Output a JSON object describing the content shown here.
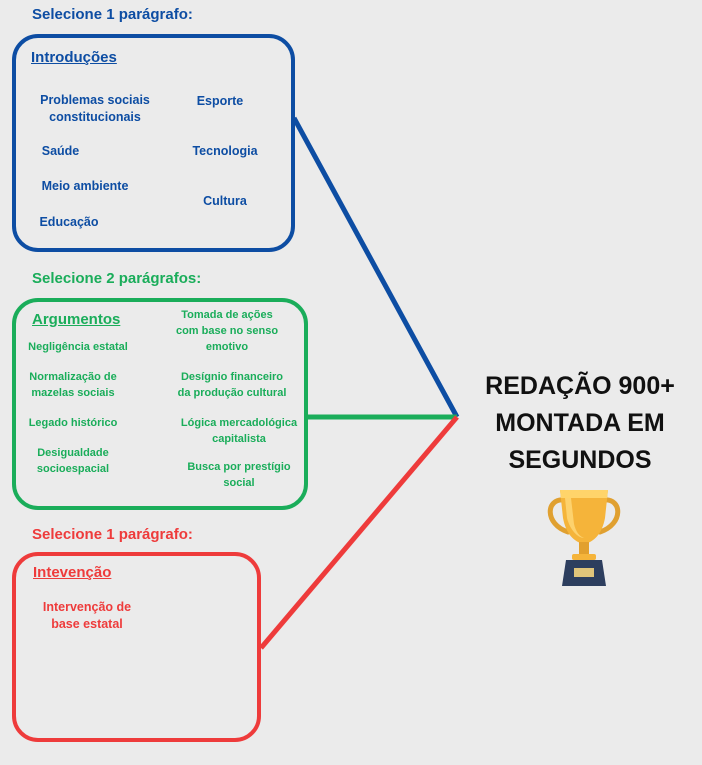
{
  "colors": {
    "blue": "#0d4da3",
    "green": "#1aad5a",
    "red": "#ee3b3b"
  },
  "intro": {
    "heading": "Selecione 1 parágrafo:",
    "title": "Introduções",
    "items": [
      "Problemas sociais\nconstitucionais",
      "Esporte",
      "Saúde",
      "Tecnologia",
      "Meio ambiente",
      "Cultura",
      "Educação"
    ]
  },
  "args": {
    "heading": "Selecione 2 parágrafos:",
    "title": "Argumentos",
    "items": [
      "Tomada de ações\ncom base no senso\nemotivo",
      "Negligência estatal",
      "Normalização de\nmazelas sociais",
      "Desígnio financeiro\nda produção cultural",
      "Legado histórico",
      "Lógica mercadológica\ncapitalista",
      "Desigualdade\nsocioespacial",
      "Busca por prestígio\nsocial"
    ]
  },
  "interv": {
    "heading": "Selecione 1 parágrafo:",
    "title": "Intevenção",
    "items": [
      "Intervenção de\nbase estatal"
    ]
  },
  "main_title": "REDAÇÃO 900+\nMONTADA EM\nSEGUNDOS",
  "icons": {
    "trophy": "trophy-icon"
  }
}
